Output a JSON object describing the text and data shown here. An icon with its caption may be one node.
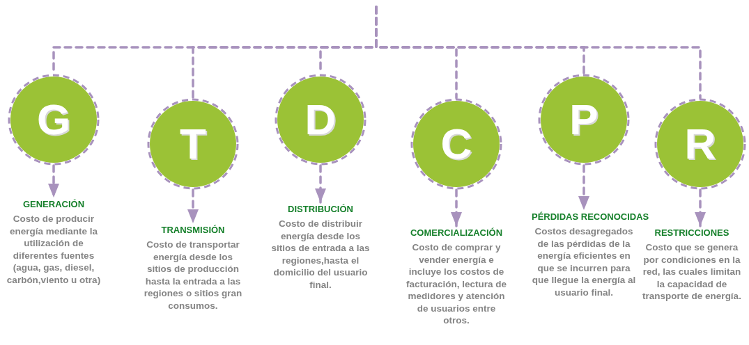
{
  "diagram": {
    "nodes": [
      {
        "text": [
          "G"
        ]
      },
      {
        "text": [
          "T"
        ]
      },
      {
        "text": [
          "D"
        ]
      },
      {
        "text": [
          "C"
        ]
      },
      {
        "text": [
          "P"
        ]
      },
      {
        "text": [
          "R"
        ]
      },
      {
        "text": [
          "GENERACIÓN",
          "Costo de producir energía mediante la utilización de diferentes fuentes (agua, gas, diesel, carbón,viento u otra)"
        ]
      },
      {
        "text": [
          "TRANSMISIÓN",
          "Costo de transportar energía desde los sitios de producción hasta la entrada a las regiones o sitios gran consumos."
        ]
      },
      {
        "text": [
          "DISTRIBUCIÓN",
          "Costo de distribuir energía desde los sitios de entrada a las regiones,hasta el  domicilio del usuario final."
        ]
      },
      {
        "text": [
          "COMERCIALIZACIÓN",
          "Costo de comprar y vender energía e incluye los costos de facturación, lectura de medidores y atención de usuarios entre otros."
        ]
      },
      {
        "text": [
          "PÉRDIDAS RECONOCIDAS",
          "Costos desagregados de las pérdidas de la energía eficientes en que se incurren para que llegue la energía al usuario final."
        ]
      },
      {
        "text": [
          "RESTRICCIONES",
          "Costo que se genera por condiciones en la red, las cuales limitan la capacidad de transporte de energía."
        ]
      }
    ],
    "edges": [
      {
        "from": null,
        "to": 0,
        "arrow": "none",
        "style": "dashed"
      },
      {
        "from": null,
        "to": 1,
        "arrow": "none",
        "style": "dashed"
      },
      {
        "from": null,
        "to": 2,
        "arrow": "none",
        "style": "dashed"
      },
      {
        "from": null,
        "to": 3,
        "arrow": "none",
        "style": "dashed"
      },
      {
        "from": null,
        "to": 4,
        "arrow": "none",
        "style": "dashed"
      },
      {
        "from": null,
        "to": 5,
        "arrow": "none",
        "style": "dashed"
      },
      {
        "from": 0,
        "to": 6,
        "arrow": "to",
        "style": "dashed"
      },
      {
        "from": 1,
        "to": 7,
        "arrow": "to",
        "style": "dashed"
      },
      {
        "from": 2,
        "to": 8,
        "arrow": "to",
        "style": "dashed"
      },
      {
        "from": 3,
        "to": 9,
        "arrow": "to",
        "style": "dashed"
      },
      {
        "from": 4,
        "to": 10,
        "arrow": "to",
        "style": "dashed"
      },
      {
        "from": 5,
        "to": 11,
        "arrow": "to",
        "style": "dashed"
      }
    ]
  }
}
